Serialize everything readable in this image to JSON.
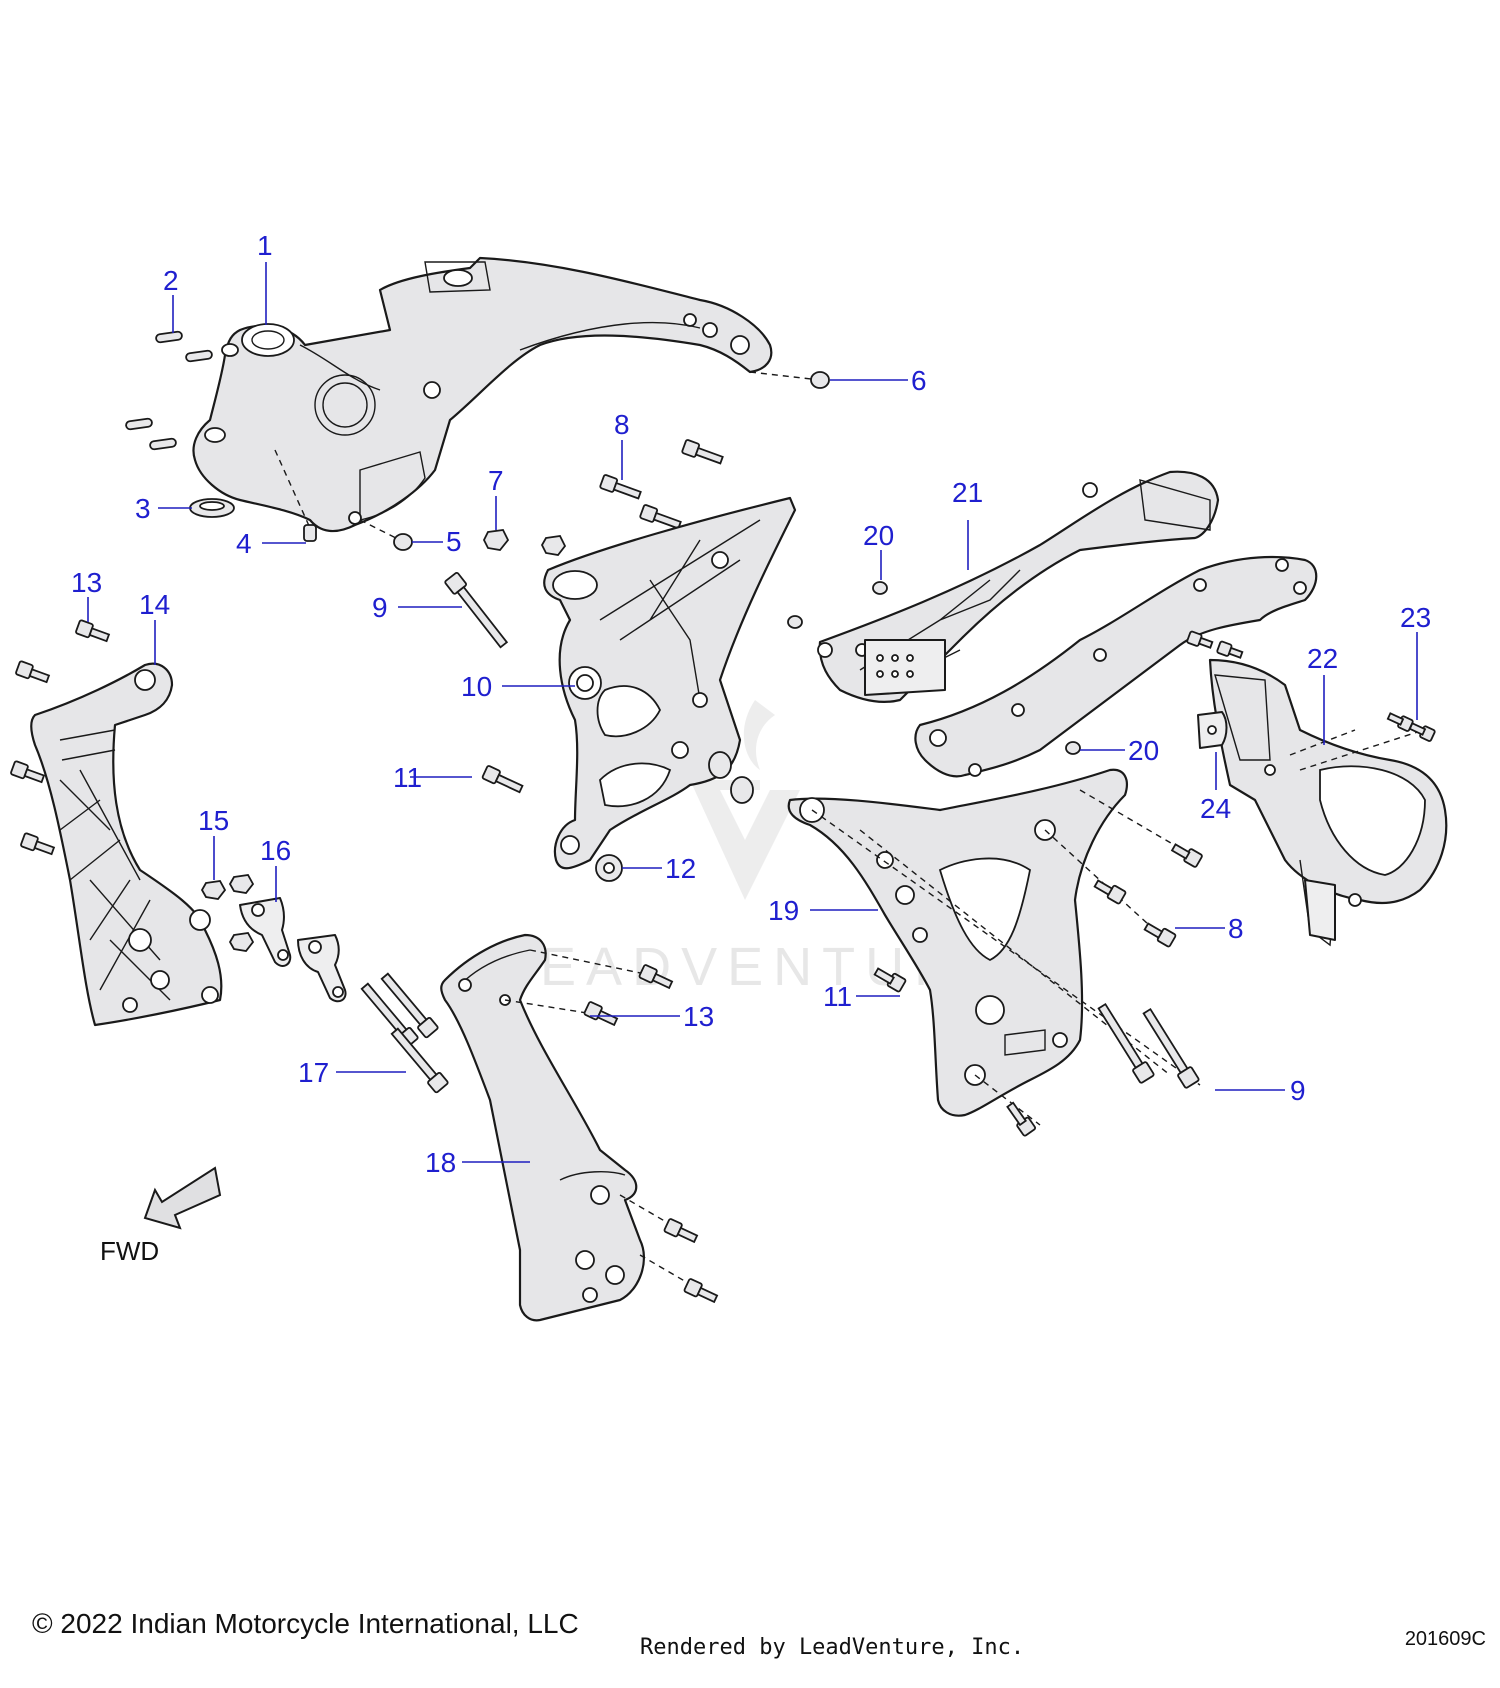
{
  "diagram": {
    "callouts": [
      "1",
      "2",
      "3",
      "4",
      "5",
      "6",
      "7",
      "8",
      "9",
      "10",
      "11",
      "12",
      "13",
      "14",
      "15",
      "16",
      "17",
      "18",
      "19",
      "20",
      "21",
      "22",
      "23",
      "24"
    ],
    "callout_repeats": {
      "8b": "8",
      "9b": "9",
      "11b": "11",
      "13b": "13",
      "20b": "20"
    },
    "fwd_label": "FWD",
    "watermark_text": "LEADVENTURE"
  },
  "footer": {
    "copyright": "© 2022 Indian Motorcycle International, LLC",
    "rendered_by": "Rendered by LeadVenture, Inc.",
    "code": "201609C"
  },
  "colors": {
    "callout": "#1f1fcf",
    "line": "#1a1a1a",
    "part_fill": "#e6e6e8"
  }
}
